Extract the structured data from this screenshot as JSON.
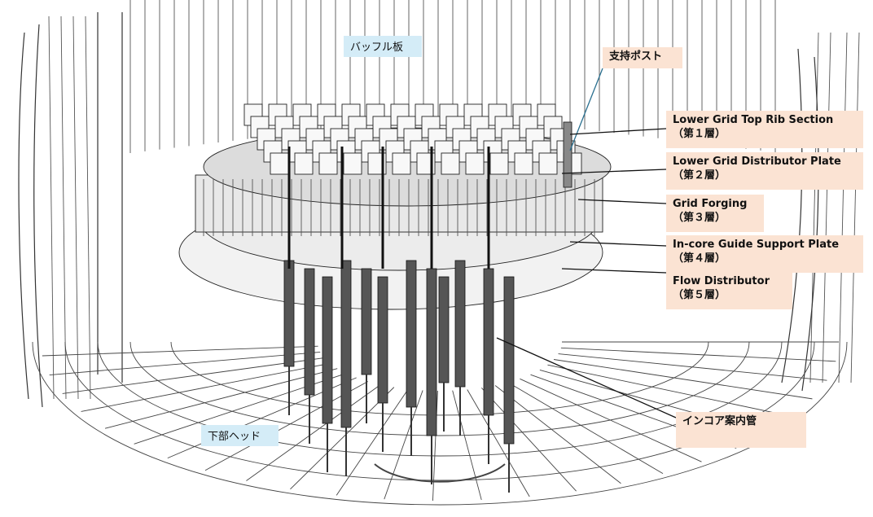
{
  "labels": {
    "baffle": "バッフル板",
    "support_post": "支持ポスト",
    "bottom_head": "下部ヘッド",
    "incore_tube": "インコア案内管",
    "layers": [
      {
        "name": "Lower Grid Top Rib Section",
        "sub": "（第１層）"
      },
      {
        "name": "Lower Grid Distributor Plate",
        "sub": "（第２層）"
      },
      {
        "name": "Grid Forging",
        "sub": "（第３層）"
      },
      {
        "name": "In-core Guide Support Plate",
        "sub": "（第４層）"
      },
      {
        "name": "Flow Distributor",
        "sub": "（第５層）"
      }
    ]
  },
  "colors": {
    "label_blue": "#d4ecf7",
    "label_peach": "#fbe3d3",
    "leader_blue": "#2a6f8f",
    "drawing_line": "#333333"
  }
}
